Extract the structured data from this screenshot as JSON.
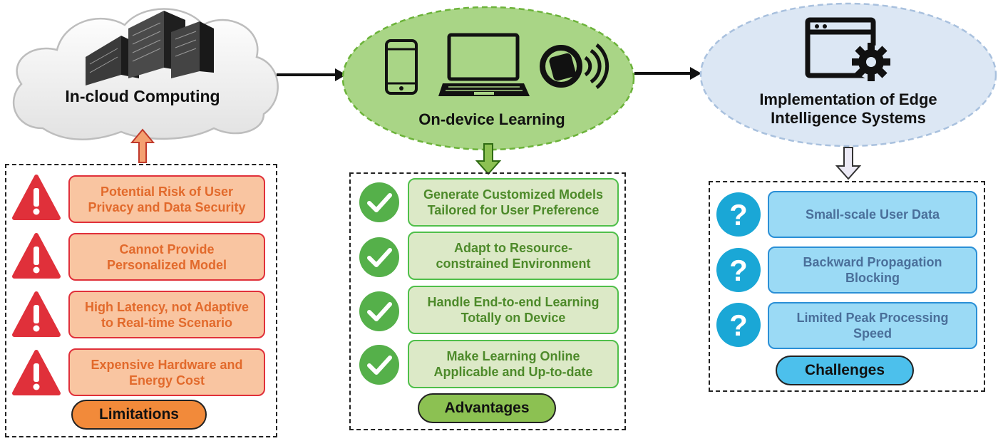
{
  "stages": {
    "cloud": "In-cloud Computing",
    "device": "On-device Learning",
    "edge": "Implementation of Edge\nIntelligence Systems"
  },
  "limitations": {
    "label": "Limitations",
    "items": [
      "Potential Risk of User\nPrivacy and Data Security",
      "Cannot Provide\nPersonalized Model",
      "High Latency, not Adaptive\nto Real-time Scenario",
      "Expensive Hardware and\nEnergy Cost"
    ]
  },
  "advantages": {
    "label": "Advantages",
    "items": [
      "Generate Customized Models\nTailored for User Preference",
      "Adapt to Resource-\nconstrained Environment",
      "Handle End-to-end Learning\nTotally on Device",
      "Make Learning Online\nApplicable and Up-to-date"
    ]
  },
  "challenges": {
    "label": "Challenges",
    "items": [
      "Small-scale User Data",
      "Backward Propagation\nBlocking",
      "Limited Peak Processing\nSpeed"
    ]
  },
  "colors": {
    "limitation_fill": "#f9c5a1",
    "limitation_border": "#e0303a",
    "limitation_text": "#e26a2c",
    "advantage_fill": "#dce9c7",
    "advantage_border": "#4fbf4a",
    "advantage_text": "#4d8a2a",
    "challenge_fill": "#9bdaf5",
    "challenge_border": "#2a8fd6",
    "challenge_text": "#4a6f9a",
    "warning_icon": "#e0303a",
    "check_icon": "#55b04a",
    "question_icon": "#1aa7d6"
  },
  "icons": [
    "server-rack-icon",
    "smartphone-icon",
    "laptop-icon",
    "smartwatch-icon",
    "app-window-gear-icon",
    "warning-icon",
    "check-icon",
    "question-icon"
  ]
}
